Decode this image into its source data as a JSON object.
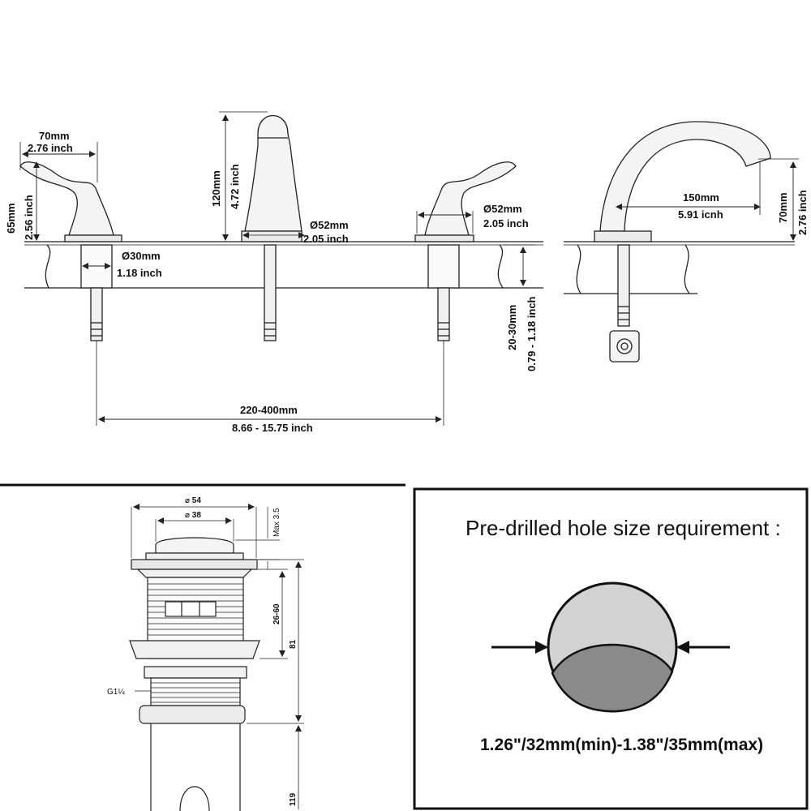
{
  "faucet_top": {
    "handle_width": {
      "mm": "70mm",
      "inch": "2.76 inch"
    },
    "handle_height": {
      "mm": "65mm",
      "inch": "2.56 inch"
    },
    "spout_height": {
      "mm": "120mm",
      "inch": "4.72 inch"
    },
    "spout_base_diameter": {
      "mm": "Ø52mm",
      "inch": "2.05 inch"
    },
    "right_handle_base_diameter": {
      "mm": "Ø52mm",
      "inch": "2.05 inch"
    },
    "shank_diameter": {
      "mm": "Ø30mm",
      "inch": "1.18 inch"
    },
    "deck_thickness": {
      "mm": "20-30mm",
      "inch": "0.79 - 1.18 inch"
    },
    "spread": {
      "mm": "220-400mm",
      "inch": "8.66 - 15.75 inch"
    }
  },
  "faucet_side": {
    "spout_reach": {
      "mm": "150mm",
      "inch": "5.91 icnh"
    },
    "spout_clearance": {
      "mm": "70mm",
      "inch": "2.76 inch"
    }
  },
  "drain": {
    "outer_diameter": "⌀ 54",
    "inner_diameter": "⌀ 38",
    "cap_height": "Max 3.5",
    "thread_range": "26-60",
    "body_length": "81",
    "thread_label": "G1¼",
    "tail_length": "119"
  },
  "hole_requirement": {
    "title": "Pre-drilled hole size requirement :",
    "size": "1.26\"/32mm(min)-1.38\"/35mm(max)"
  }
}
